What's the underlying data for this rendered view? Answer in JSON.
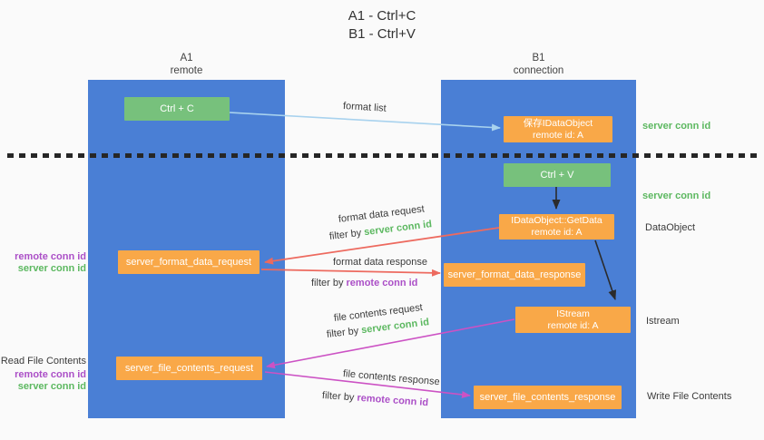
{
  "title": {
    "line1": "A1 - Ctrl+C",
    "line2": "B1 - Ctrl+V"
  },
  "lifelines": {
    "a": {
      "id": "A1",
      "name": "remote"
    },
    "b": {
      "id": "B1",
      "name": "connection"
    }
  },
  "nodes": {
    "ctrl_c": {
      "label": "Ctrl + C"
    },
    "save_idataobject": {
      "line1": "保存IDataObject",
      "line2": "remote id: A"
    },
    "ctrl_v": {
      "label": "Ctrl + V"
    },
    "getdata": {
      "line1": "IDataObject::GetData",
      "line2": "remote id: A"
    },
    "format_request": {
      "label": "server_format_data_request"
    },
    "format_response": {
      "label": "server_format_data_response"
    },
    "istream": {
      "line1": "IStream",
      "line2": "remote id: A"
    },
    "file_request": {
      "label": "server_file_contents_request"
    },
    "file_response": {
      "label": "server_file_contents_response"
    }
  },
  "arrows": {
    "format_list": {
      "label": "format list"
    },
    "format_data_request": {
      "label": "format data request",
      "filter_prefix": "filter by",
      "filter_key": "server conn id"
    },
    "format_data_response": {
      "label": "format data response",
      "filter_prefix": "filter by",
      "filter_key": "remote conn id"
    },
    "file_contents_request": {
      "label": "file contents request",
      "filter_prefix": "filter by",
      "filter_key": "server conn id"
    },
    "file_contents_response": {
      "label": "file contents response",
      "filter_prefix": "filter by",
      "filter_key": "remote conn id"
    }
  },
  "side_labels": {
    "right_server_conn_id_top": "server conn id",
    "right_server_conn_id_mid": "server conn id",
    "dataobject": "DataObject",
    "istream": "Istream",
    "write_file_contents": "Write File Contents",
    "left_remote_conn_id_top": "remote conn id",
    "left_server_conn_id_top": "server conn id",
    "read_file_contents": "Read File Contents",
    "left_remote_conn_id_bottom": "remote conn id",
    "left_server_conn_id_bottom": "server conn id"
  },
  "colors": {
    "lifeline_blue": "#4a7fd5",
    "node_green": "#77c17c",
    "node_orange": "#f9a848",
    "text_green": "#5cb860",
    "text_purple": "#ab4fc7",
    "arrow_red": "#ed6a5f",
    "arrow_magenta": "#cc52c4",
    "arrow_light_blue": "#a8d2ee",
    "arrow_black": "#2b2b2b"
  }
}
